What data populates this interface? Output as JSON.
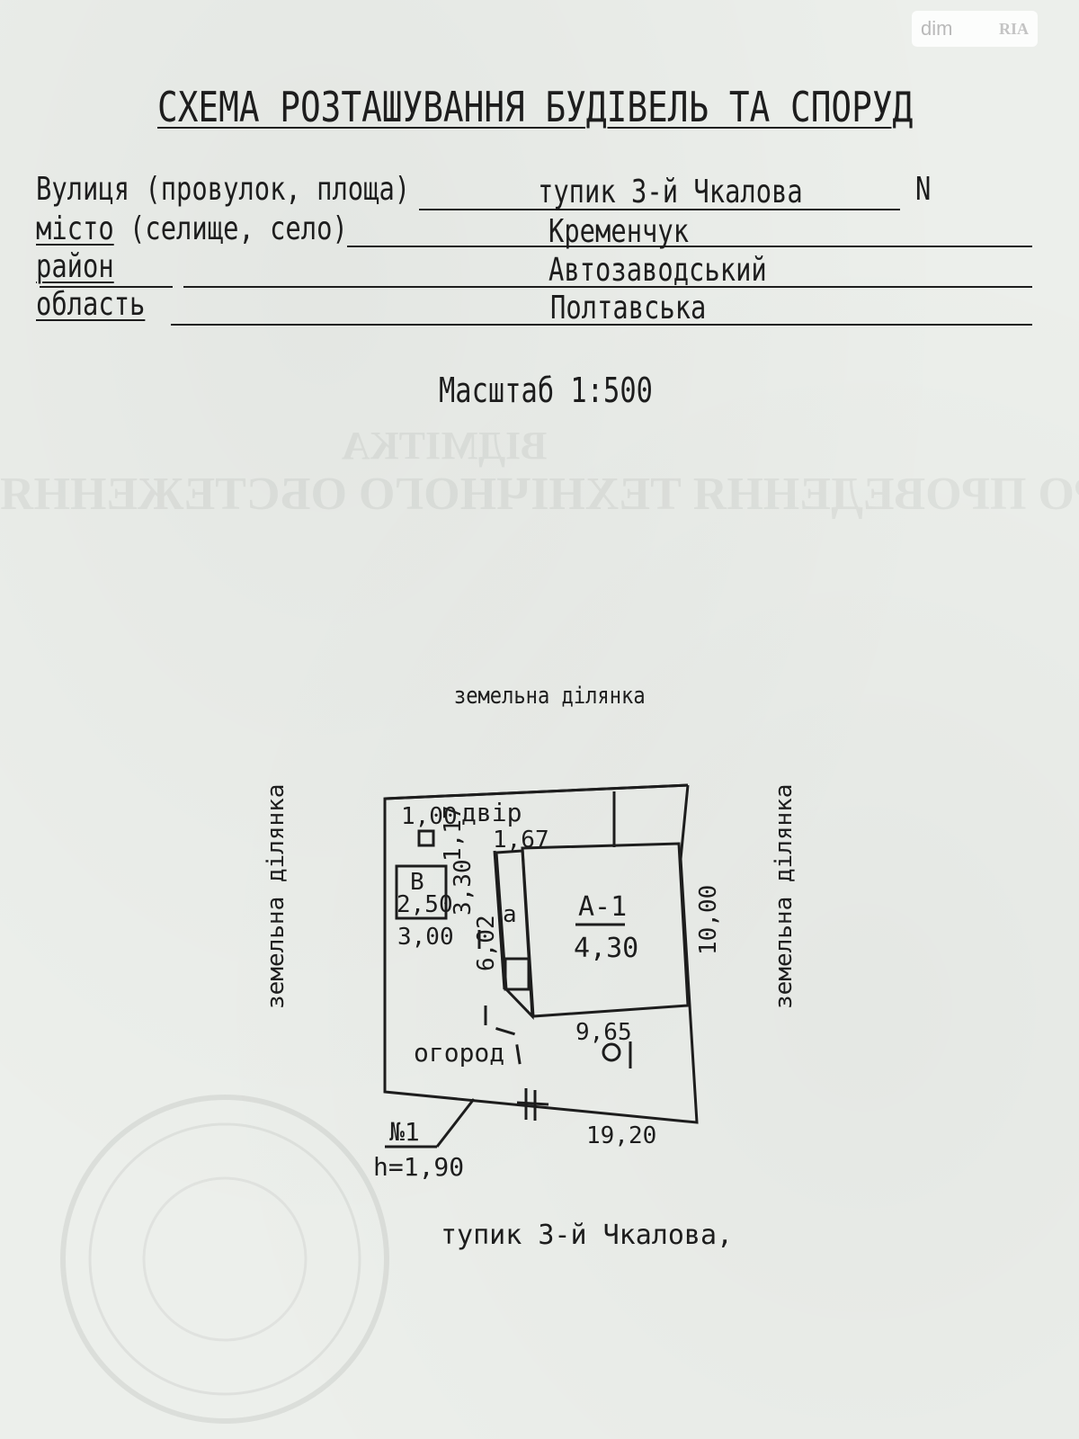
{
  "watermark": {
    "dim": "dim",
    "ria": "RIA"
  },
  "header": {
    "title": "СХЕМА РОЗТАШУВАННЯ БУДІВЕЛЬ ТА СПОРУД",
    "street_label": "Вулиця (провулок, площа)",
    "street_value": "тупик 3-й Чкалова",
    "number_label": "N",
    "city_label_main": "місто",
    "city_label_rest": " (селище, село)",
    "city_value": "Кременчук",
    "district_label": "район",
    "district_value": "Автозаводський",
    "region_label": "область",
    "region_value": "Полтавська",
    "scale": "Масштаб 1:500"
  },
  "plan": {
    "top_label": "земельна ділянка",
    "left_label": "земельна ділянка",
    "right_label": "земельна ділянка",
    "bottom_label": "тупик 3-й Чкалова,",
    "yard_label": "двір",
    "garden_label": "огород",
    "building_main": "А-1",
    "building_main_height": "4,30",
    "building_annex": "а",
    "building_b": "В",
    "fence_label": "№1",
    "fence_height": "h=1,90",
    "dims": {
      "d_100": "1,00",
      "d_117": "1,17",
      "d_167": "1,67",
      "d_250": "2,50",
      "d_330": "3,30",
      "d_300": "3,00",
      "d_602": "6,02",
      "d_1000": "10,00",
      "d_965": "9,65",
      "d_1920": "19,20"
    },
    "well_symbol": "O",
    "pole_symbol": "I"
  }
}
